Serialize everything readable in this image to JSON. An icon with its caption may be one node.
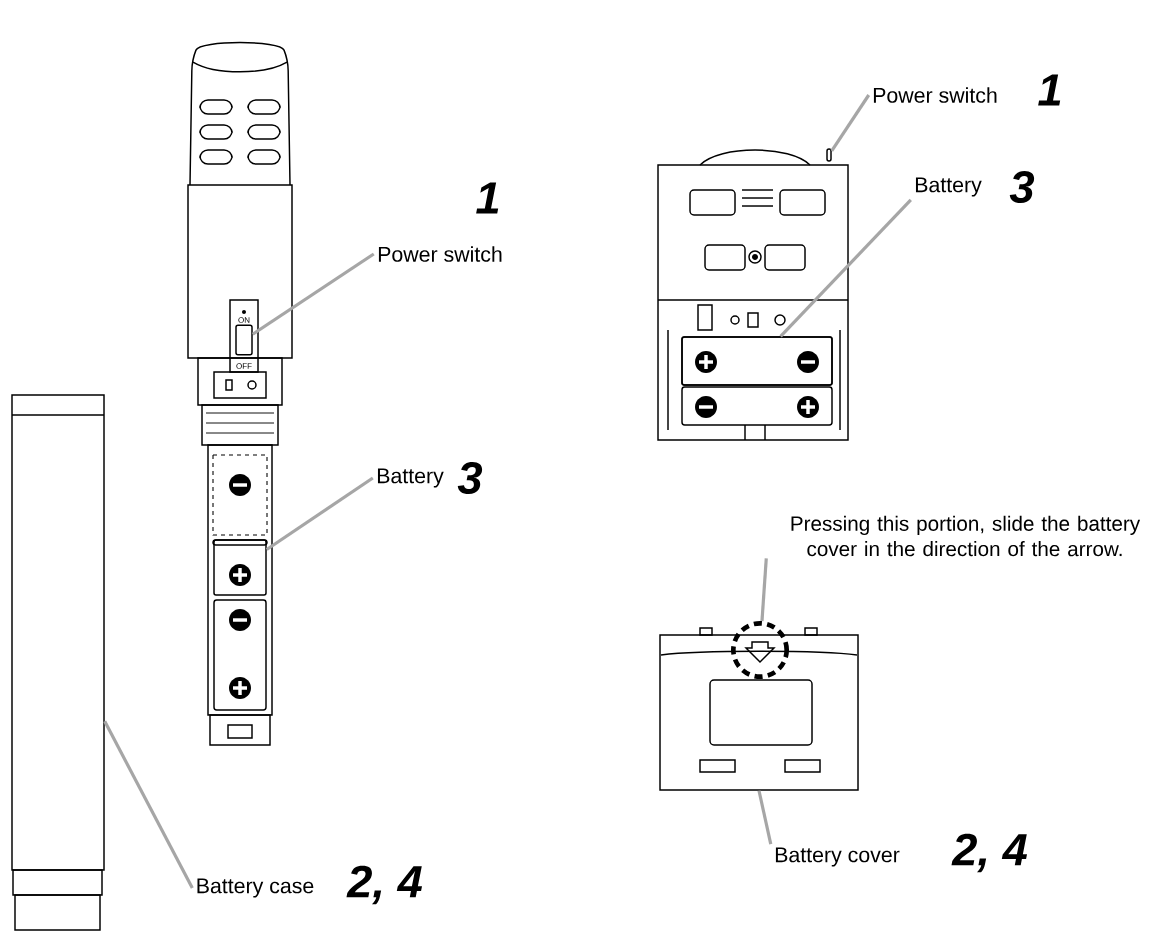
{
  "diagram": {
    "nodes": [
      {
        "text": [
          "Power switch"
        ],
        "beside": [
          "1"
        ]
      },
      {
        "text": [
          "Battery"
        ],
        "beside": [
          "3"
        ]
      },
      {
        "text": [
          "Battery case"
        ],
        "beside": [
          "2, 4"
        ]
      },
      {
        "text": [
          "Power switch"
        ],
        "beside": [
          "1"
        ]
      },
      {
        "text": [
          "Battery"
        ],
        "beside": [
          "3"
        ]
      },
      {
        "text": [
          "Pressing this portion, slide the battery cover in the direction of the arrow."
        ]
      },
      {
        "text": [
          "Battery cover"
        ],
        "beside": [
          "2, 4"
        ]
      },
      {
        "text": [],
        "shape": "box"
      },
      {
        "text": [],
        "shape": "circle"
      },
      {
        "text": [],
        "shape": "picture"
      },
      {
        "text": [],
        "shape": "box",
        "beside": [
          "ON",
          "OFF"
        ]
      },
      {
        "text": [],
        "shape": "picture"
      },
      {
        "text": [],
        "shape": "box"
      },
      {
        "text": [],
        "shape": "box"
      }
    ],
    "edges": [
      {
        "from": 0,
        "to": 10,
        "arrow": "none"
      },
      {
        "from": 1,
        "to": 7,
        "arrow": "none"
      },
      {
        "from": 2,
        "to": 9,
        "arrow": "none"
      },
      {
        "from": 3,
        "to": 13,
        "arrow": "none"
      },
      {
        "from": 4,
        "to": 12,
        "arrow": "none"
      },
      {
        "from": 5,
        "to": 8,
        "arrow": "none"
      },
      {
        "from": 6,
        "to": 11,
        "arrow": "none"
      }
    ]
  }
}
